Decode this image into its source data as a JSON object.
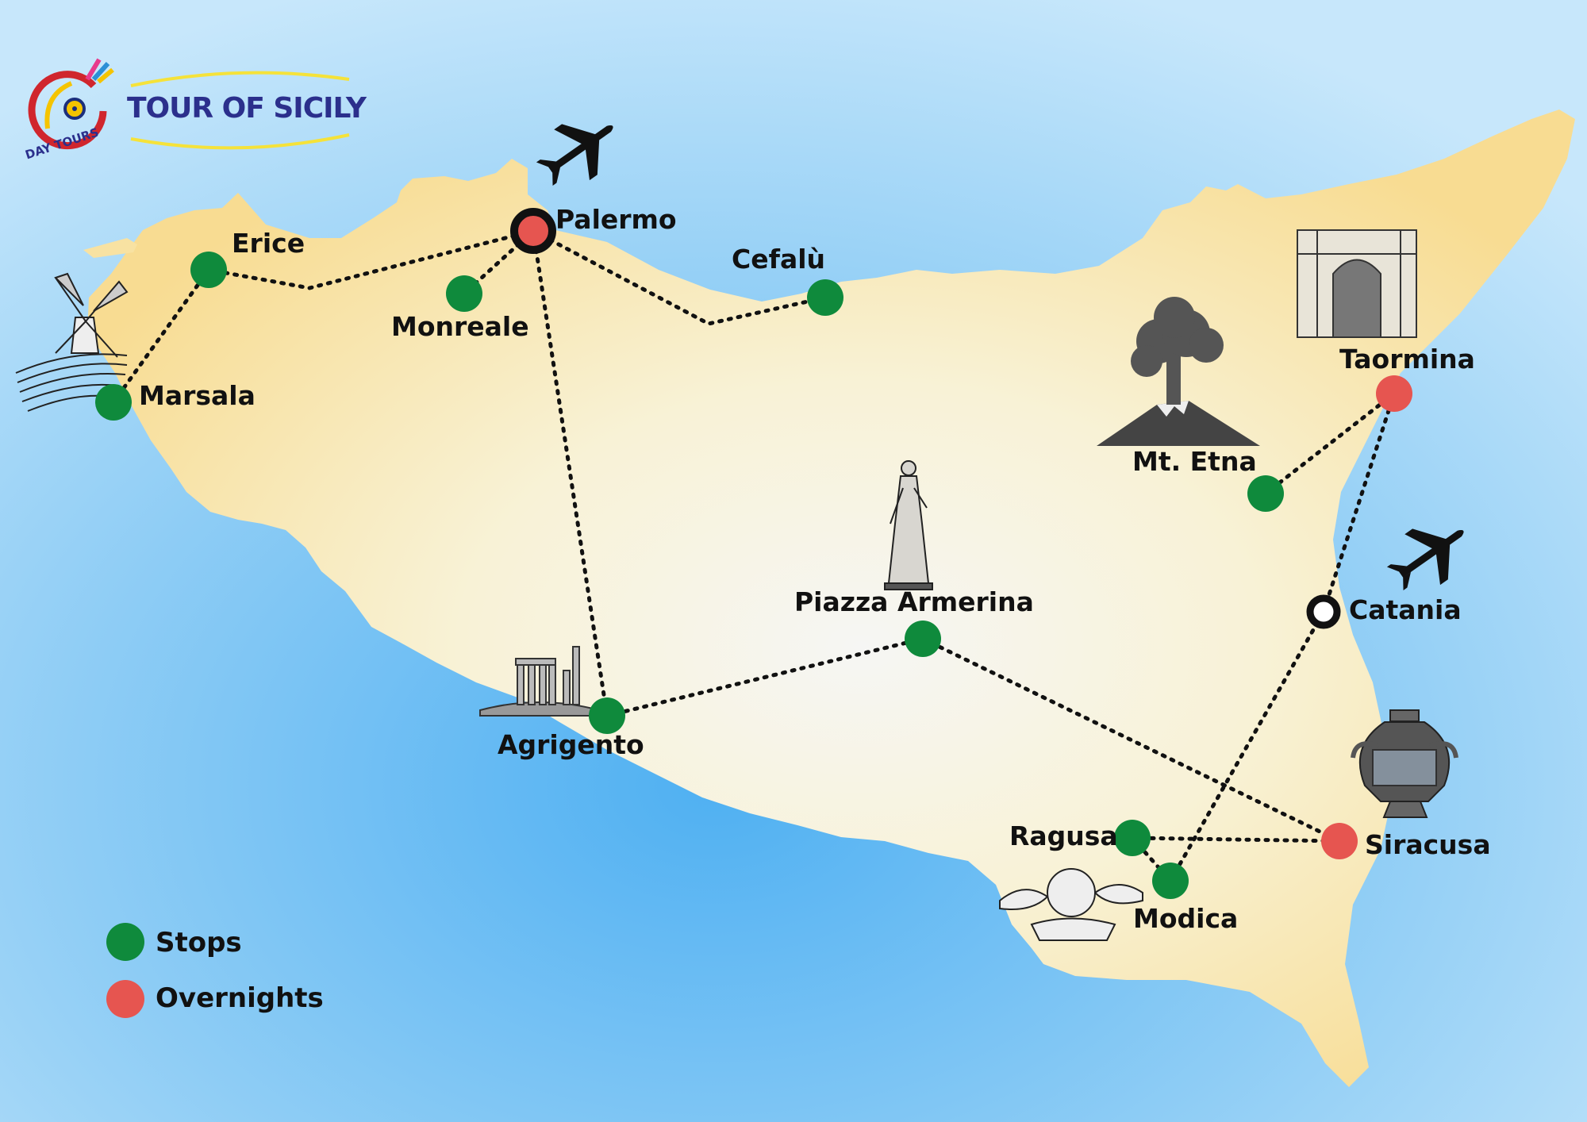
{
  "brand": {
    "title": "TOUR OF SICILY",
    "subtitle": "DAY TOURS"
  },
  "colors": {
    "sea": "#8fcdf5",
    "land": "#f7e3a6",
    "stop": "#0f8a3c",
    "overnight": "#e65550",
    "route": "#111111"
  },
  "places": {
    "palermo": "Palermo",
    "erice": "Erice",
    "monreale": "Monreale",
    "cefalu": "Cefalù",
    "marsala": "Marsala",
    "agrigento": "Agrigento",
    "piazza": "Piazza Armerina",
    "etna": "Mt. Etna",
    "taormina": "Taormina",
    "catania": "Catania",
    "ragusa": "Ragusa",
    "modica": "Modica",
    "siracusa": "Siracusa"
  },
  "legend": {
    "stops": "Stops",
    "overnights": "Overnights"
  },
  "icons": [
    "airplane-icon",
    "windmill-icon",
    "volcano-icon",
    "statue-icon",
    "temple-ruins-icon",
    "cherub-icon",
    "greek-vase-icon",
    "archway-icon"
  ]
}
